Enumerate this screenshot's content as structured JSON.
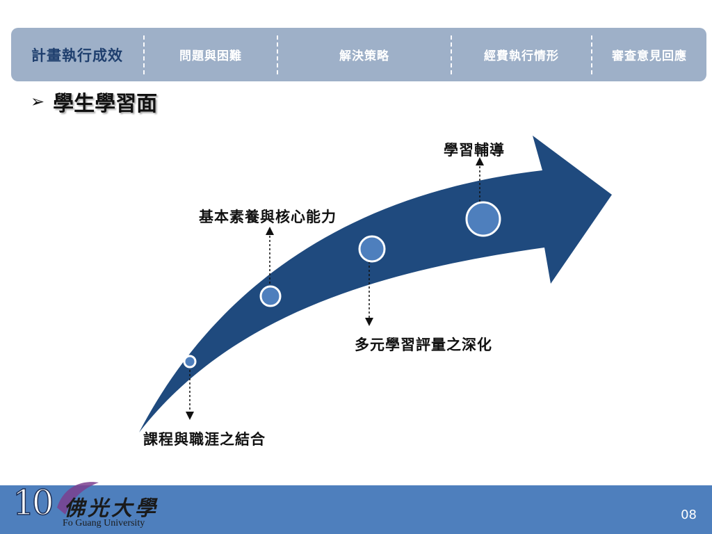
{
  "nav": {
    "items": [
      {
        "label": "計畫執行成效",
        "active": true
      },
      {
        "label": "問題與困難",
        "active": false
      },
      {
        "label": "解決策略",
        "active": false
      },
      {
        "label": "經費執行情形",
        "active": false
      },
      {
        "label": "審查意見回應",
        "active": false
      }
    ]
  },
  "section": {
    "bullet_icon": "arrow-bullet-icon",
    "title": "學生學習面"
  },
  "diagram": {
    "milestones": [
      {
        "label": "課程與職涯之結合"
      },
      {
        "label": "基本素養與核心能力"
      },
      {
        "label": "多元學習評量之深化"
      },
      {
        "label": "學習輔導"
      }
    ],
    "colors": {
      "arrow": "#1f4a7e",
      "node_fill": "#4e7fbd",
      "node_stroke": "#ffffff"
    }
  },
  "footer": {
    "logo_number": "10",
    "logo_cn": "佛光大學",
    "logo_en": "Fo Guang University",
    "page_number": "08",
    "color": "#4e7fbd"
  }
}
